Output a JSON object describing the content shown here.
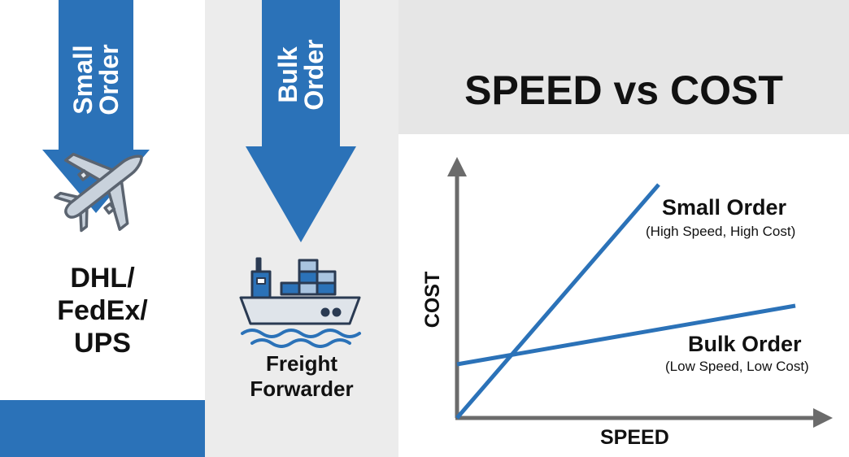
{
  "left_panel": {
    "arrow_label_line1": "Small",
    "arrow_label_line2": "Order",
    "carrier_line1": "DHL/",
    "carrier_line2": "FedEx/",
    "carrier_line3": "UPS",
    "icon": "airplane-icon"
  },
  "middle_panel": {
    "arrow_label_line1": "Bulk",
    "arrow_label_line2": "Order",
    "method_line1": "Freight",
    "method_line2": "Forwarder",
    "icon": "cargo-ship-icon"
  },
  "chart": {
    "title": "SPEED vs COST",
    "xlabel": "SPEED",
    "ylabel": "COST",
    "series": [
      {
        "name": "Small Order",
        "note": "(High Speed, High Cost)"
      },
      {
        "name": "Bulk Order",
        "note": "(Low Speed, Low Cost)"
      }
    ]
  },
  "colors": {
    "accent": "#2b72b8",
    "axis": "#6b6b6b",
    "panel_gray": "#ececec",
    "text": "#111111"
  }
}
